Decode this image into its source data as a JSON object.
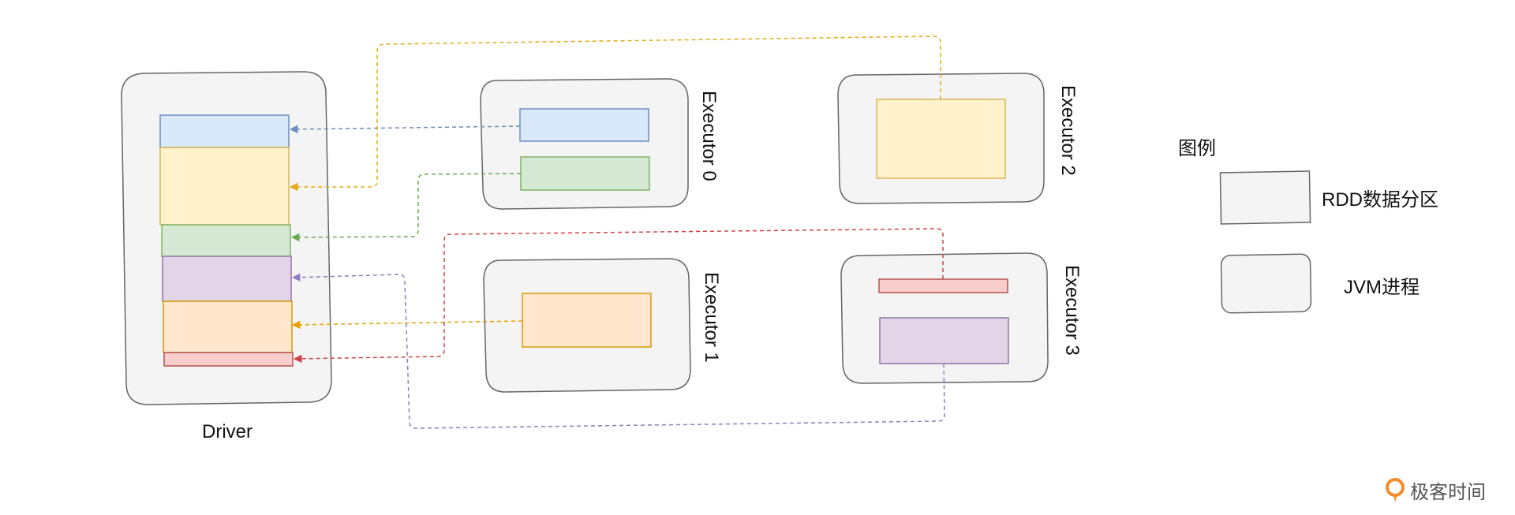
{
  "driver": {
    "label": "Driver"
  },
  "executors": [
    {
      "label": "Executor 0"
    },
    {
      "label": "Executor 1"
    },
    {
      "label": "Executor 2"
    },
    {
      "label": "Executor 3"
    }
  ],
  "legend": {
    "title": "图例",
    "partition_label": "RDD数据分区",
    "jvm_label": "JVM进程"
  },
  "brand": {
    "text": "极客时间"
  },
  "colors": {
    "jvm_fill": "#f4f4f4",
    "jvm_stroke": "#666666",
    "blue": "#dae8fc",
    "blue_stroke": "#6c8ebf",
    "yellow": "#fff2cc",
    "yellow_stroke": "#d6b656",
    "green": "#d5e8d4",
    "green_stroke": "#82b366",
    "purple": "#e1d5e7",
    "purple_stroke": "#9673a6",
    "orange": "#ffe6cc",
    "orange_stroke": "#d79b00",
    "red": "#f8cecc",
    "red_stroke": "#b85450",
    "arrow_blue": "#6c8ebf",
    "arrow_yellow": "#e6a817",
    "arrow_green": "#6aa84f",
    "arrow_purple": "#8e7cc3",
    "arrow_orange": "#e6a000",
    "arrow_red": "#cc4444",
    "logo_orange": "#f28c28"
  }
}
